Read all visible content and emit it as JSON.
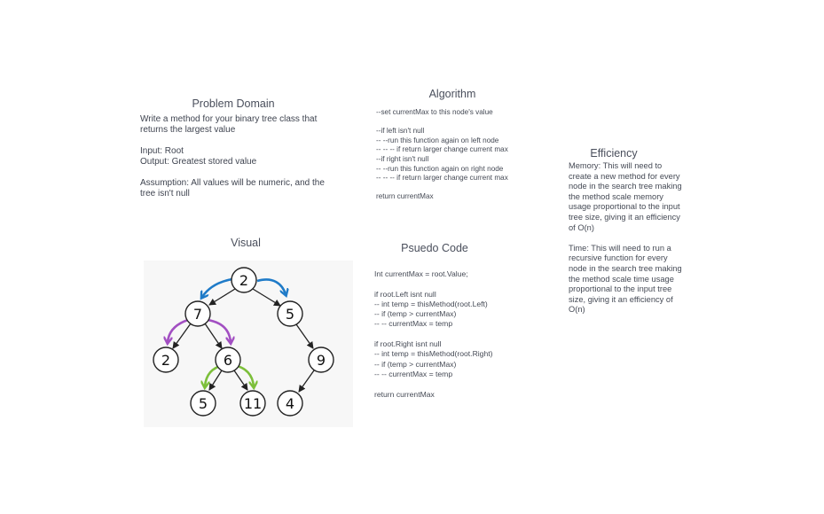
{
  "problem_domain": {
    "title": "Problem Domain",
    "body": "Write a method for your binary tree class that returns the largest value\n\nInput: Root\nOutput: Greatest stored value\n\nAssumption: All values will be numeric, and the tree isn't null"
  },
  "algorithm": {
    "title": "Algorithm",
    "body": "--set currentMax to this node's value\n\n--if left isn't null\n-- --run this function again on left node\n-- -- -- if return larger change current max\n--if right isn't null\n-- --run this function again on right node\n-- -- -- if return larger change current max\n\nreturn currentMax"
  },
  "efficiency": {
    "title": "Efficiency",
    "body": "Memory: This will need to create a new method for every node in the search tree making the method scale memory usage proportional to the input tree size, giving it an efficiency of O(n)\n\nTime: This will need to run a recursive function for every node in the search tree making the method scale time usage proportional to the input tree size, giving it an efficiency of O(n)"
  },
  "visual": {
    "title": "Visual",
    "nodes": [
      {
        "id": "root",
        "label": "2"
      },
      {
        "id": "left",
        "label": "7"
      },
      {
        "id": "right",
        "label": "5"
      },
      {
        "id": "left-left",
        "label": "2"
      },
      {
        "id": "left-right",
        "label": "6"
      },
      {
        "id": "right-right",
        "label": "9"
      },
      {
        "id": "left-right-left",
        "label": "5"
      },
      {
        "id": "left-right-right",
        "label": "11"
      },
      {
        "id": "right-right-left",
        "label": "4"
      }
    ],
    "arrow_colors": {
      "blue": "#1f7bc8",
      "purple": "#a24fc2",
      "green": "#7cbf3a"
    }
  },
  "pseudo_code": {
    "title": "Psuedo Code",
    "body": "Int currentMax = root.Value;\n\nif root.Left isnt null\n-- int temp = thisMethod(root.Left)\n-- if (temp > currentMax)\n-- -- currentMax = temp\n\nif root.Right isnt null\n-- int temp = thisMethod(root.Right)\n-- if (temp > currentMax)\n-- -- currentMax = temp\n\nreturn currentMax"
  }
}
